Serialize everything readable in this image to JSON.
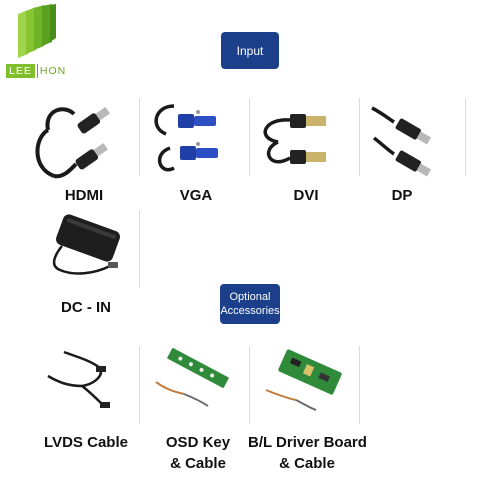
{
  "logo": {
    "brand_left": "LEE",
    "brand_right": "HON"
  },
  "sections": {
    "input_badge": "Input",
    "accessories_badge": [
      "Optional",
      "Accessories"
    ]
  },
  "input_items": [
    {
      "label": "HDMI",
      "icon": "hdmi-cable"
    },
    {
      "label": "VGA",
      "icon": "vga-cable"
    },
    {
      "label": "DVI",
      "icon": "dvi-cable"
    },
    {
      "label": "DP",
      "icon": "displayport-cable"
    },
    {
      "label": "DC - IN",
      "icon": "power-adapter"
    }
  ],
  "accessory_items": [
    {
      "label": "LVDS Cable",
      "icon": "lvds-cable"
    },
    {
      "label_lines": [
        "OSD Key",
        "& Cable"
      ],
      "icon": "osd-key-board"
    },
    {
      "label_lines": [
        "B/L Driver Board",
        "& Cable"
      ],
      "icon": "backlight-driver-board"
    }
  ],
  "colors": {
    "badge_bg": "#1b3f8b",
    "logo_green": "#7fc02a",
    "board_green": "#2f8a3a"
  }
}
